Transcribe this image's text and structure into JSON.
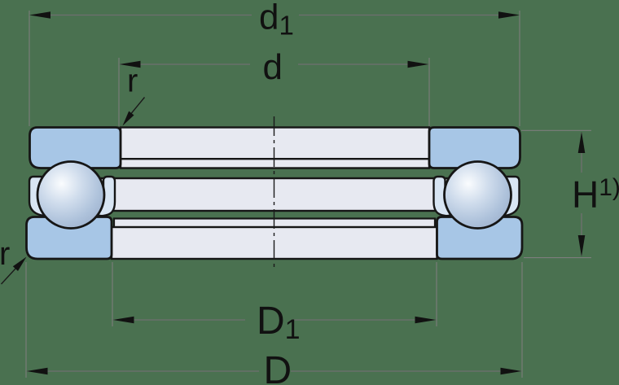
{
  "drawing": {
    "background_color": "#4A7150",
    "palette": {
      "washer_fill": "#A7C6E6",
      "bore_surface_fill": "#E7E9F1",
      "cage_fill": "#D8E5F3",
      "ball_highlight": "#FAFCFE",
      "ball_mid": "#CFDCEC",
      "ball_shade": "#AEC2DB",
      "ball_shadow": "#9BAFCC",
      "outline": "#161616",
      "dimension_line": "#6F6F6F",
      "label_color": "#111111"
    },
    "labels": {
      "d1": {
        "main": "d",
        "sub": "1"
      },
      "d": {
        "main": "d"
      },
      "r_top": {
        "text": "r"
      },
      "H": {
        "main": "H",
        "sup": "1)"
      },
      "D1": {
        "main": "D",
        "sub": "1"
      },
      "D": {
        "main": "D"
      },
      "r_bottom": {
        "text": "r"
      }
    }
  }
}
